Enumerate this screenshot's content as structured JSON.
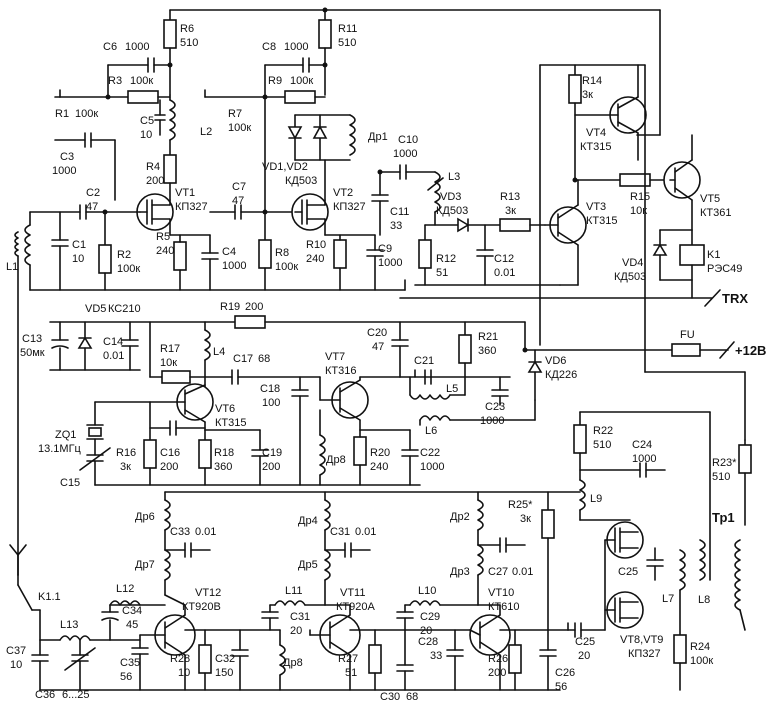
{
  "labels": {
    "R6": "R6",
    "R6v": "510",
    "C6": "C6",
    "C6v": "1000",
    "R11": "R11",
    "R11v": "510",
    "C8": "C8",
    "C8v": "1000",
    "R3": "R3",
    "R3v": "100к",
    "R9": "R9",
    "R9v": "100к",
    "R1": "R1",
    "R1v": "100к",
    "R7": "R7",
    "R7v": "100к",
    "C5": "C5",
    "C5v": "10",
    "L2": "L2",
    "C3": "C3",
    "C3v": "1000",
    "Dr1": "Др1",
    "VD12": "VD1,VD2",
    "VD12v": "КД503",
    "C10": "C10",
    "C10v": "1000",
    "L3": "L3",
    "R4": "R4",
    "R4v": "200",
    "VT1": "VT1",
    "VT1v": "КП327",
    "VT2": "VT2",
    "VT2v": "КП327",
    "C2": "C2",
    "C2v": "47",
    "C7": "C7",
    "C7v": "47",
    "C11": "C11",
    "C11v": "33",
    "VD3": "VD3",
    "VD3v": "КД503",
    "R13": "R13",
    "R13v": "3к",
    "C1": "C1",
    "C1v": "10",
    "R2": "R2",
    "R2v": "100к",
    "R5": "R5",
    "R5v": "240",
    "C4": "C4",
    "C4v": "1000",
    "R8": "R8",
    "R8v": "100к",
    "R10": "R10",
    "R10v": "240",
    "C9": "C9",
    "C9v": "1000",
    "R12": "R12",
    "R12v": "51",
    "C12": "C12",
    "C12v": "0.01",
    "L1": "L1",
    "R14": "R14",
    "R14v": "3к",
    "VT4": "VT4",
    "VT4v": "КТ315",
    "VT3": "VT3",
    "VT3v": "КТ315",
    "R15": "R15",
    "R15v": "10к",
    "VT5": "VT5",
    "VT5v": "КТ361",
    "VD4": "VD4",
    "VD4v": "КД503",
    "K1": "K1",
    "K1v": "РЭС49",
    "TRX": "TRX",
    "VD5": "VD5",
    "VD5v": "КС210",
    "R19": "R19",
    "R19v": "200",
    "C13": "C13",
    "C13v": "50мк",
    "C14": "C14",
    "C14v": "0.01",
    "R17": "R17",
    "R17v": "10к",
    "L4": "L4",
    "C17": "C17",
    "C17v": "68",
    "C20": "C20",
    "C20v": "47",
    "R21": "R21",
    "R21v": "360",
    "FU": "FU",
    "V12": "+12В",
    "VD6": "VD6",
    "VD6v": "КД226",
    "VT7": "VT7",
    "VT7v": "КТ316",
    "C21": "C21",
    "L5": "L5",
    "C18": "C18",
    "C18v": "100",
    "C23": "C23",
    "C23v": "1000",
    "VT6": "VT6",
    "VT6v": "КТ315",
    "L6": "L6",
    "ZQ1": "ZQ1",
    "ZQ1v": "13.1МГц",
    "R16": "R16",
    "R16v": "3к",
    "C16": "C16",
    "C16v": "200",
    "R18": "R18",
    "R18v": "360",
    "C19": "C19",
    "C19v": "200",
    "Dr8a": "Др8",
    "R20": "R20",
    "R20v": "240",
    "C22": "C22",
    "C22v": "1000",
    "C15": "C15",
    "R22": "R22",
    "R22v": "510",
    "C24": "C24",
    "C24v": "1000",
    "R23": "R23*",
    "R23v": "510",
    "L9": "L9",
    "Tp1": "Тр1",
    "Dr6": "Др6",
    "C33": "C33",
    "C33v": "0.01",
    "Dr4": "Др4",
    "C31": "C31",
    "C31v": "0.01",
    "Dr2": "Др2",
    "R25": "R25*",
    "R25v": "3к",
    "Dr7": "Др7",
    "Dr5": "Др5",
    "Dr3": "Др3",
    "C27": "C27",
    "C27v": "0.01",
    "C25": "C25",
    "L12": "L12",
    "VT12": "VT12",
    "VT12v": "КТ920В",
    "L11": "L11",
    "VT11": "VT11",
    "VT11v": "КТ920А",
    "L10": "L10",
    "VT10": "VT10",
    "VT10v": "КТ610",
    "L7": "L7",
    "L8": "L8",
    "K11": "K1.1",
    "C34": "C34",
    "C34v": "45",
    "C32a": "C32",
    "C31b": "20",
    "C29": "C29",
    "C29v": "20",
    "C28": "C28",
    "C28v": "33",
    "C25b": "C25",
    "C25bv": "20",
    "C37": "C37",
    "C37v": "10",
    "L13": "L13",
    "C35": "C35",
    "C35v": "56",
    "R28": "R28",
    "R28v": "10",
    "C32": "C32",
    "C32v": "150",
    "Dr8b": "Др8",
    "R27": "R27",
    "R27v": "51",
    "R26": "R26",
    "R26v": "200",
    "C26": "C26",
    "C26v": "56",
    "VT89": "VT8,VT9",
    "VT89v": "КП327",
    "R24": "R24",
    "R24v": "100к",
    "C36": "C36",
    "C36v": "6...25",
    "C30": "C30",
    "C30v": "68",
    "C31a": "C31"
  }
}
